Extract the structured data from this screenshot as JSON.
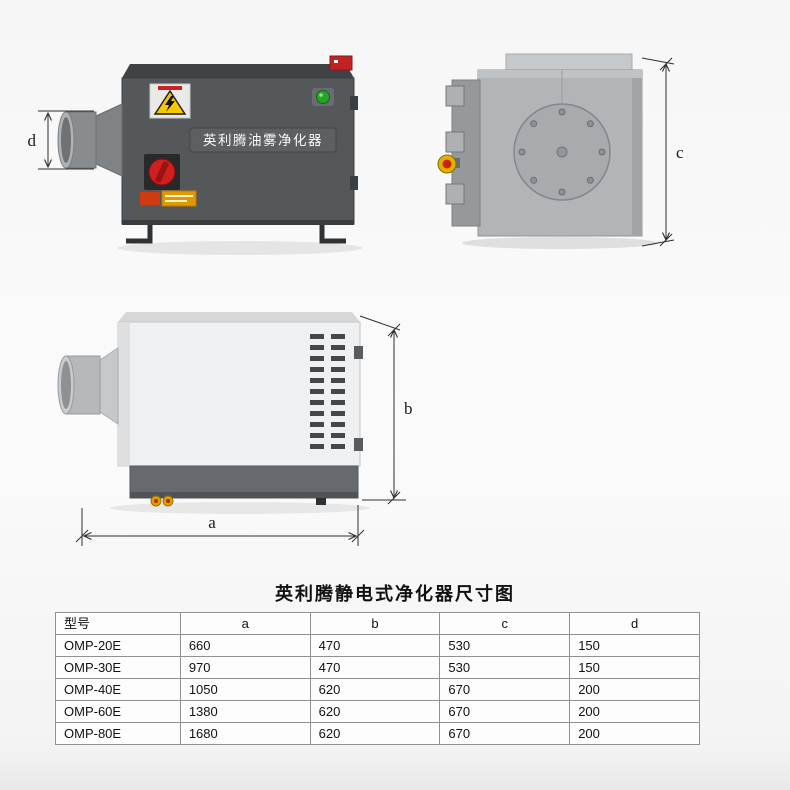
{
  "nameplate": "英利腾油雾净化器",
  "title": "英利腾静电式净化器尺寸图",
  "dimension_labels": {
    "a": "a",
    "b": "b",
    "c": "c",
    "d": "d"
  },
  "colors": {
    "warning_yellow": "#f6c800",
    "emergency_red": "#d01f1f",
    "power_green": "#27a327",
    "body_dark": "#55585b",
    "body_light": "#eef0f1",
    "panel_gray": "#b2b5b8"
  },
  "table": {
    "headers": [
      "型号",
      "a",
      "b",
      "c",
      "d"
    ],
    "rows": [
      [
        "OMP-20E",
        "660",
        "470",
        "530",
        "150"
      ],
      [
        "OMP-30E",
        "970",
        "470",
        "530",
        "150"
      ],
      [
        "OMP-40E",
        "1050",
        "620",
        "670",
        "200"
      ],
      [
        "OMP-60E",
        "1380",
        "620",
        "670",
        "200"
      ],
      [
        "OMP-80E",
        "1680",
        "620",
        "670",
        "200"
      ]
    ]
  }
}
